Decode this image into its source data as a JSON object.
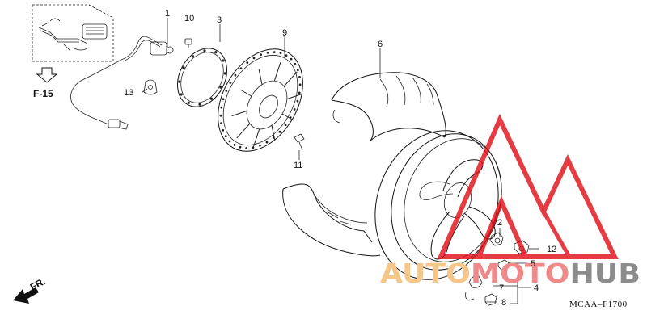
{
  "diagram": {
    "reference": "F-15",
    "direction_label": "FR.",
    "code": "MCAA–F1700",
    "callouts": [
      {
        "id": "c1",
        "text": "1"
      },
      {
        "id": "c2",
        "text": "2"
      },
      {
        "id": "c3",
        "text": "3"
      },
      {
        "id": "c4",
        "text": "4"
      },
      {
        "id": "c5",
        "text": "5"
      },
      {
        "id": "c6",
        "text": "6"
      },
      {
        "id": "c7",
        "text": "7"
      },
      {
        "id": "c8",
        "text": "8"
      },
      {
        "id": "c9",
        "text": "9"
      },
      {
        "id": "c10",
        "text": "10"
      },
      {
        "id": "c11",
        "text": "11"
      },
      {
        "id": "c12",
        "text": "12"
      },
      {
        "id": "c13",
        "text": "13"
      }
    ]
  },
  "watermark": {
    "auto": "AUTO",
    "moto": "MOTO",
    "hub": "HUB",
    "colors": {
      "auto": "#f5c68a",
      "moto": "#ef8a8a",
      "hub": "#8c8c8c",
      "logo": "#e0121a"
    }
  }
}
